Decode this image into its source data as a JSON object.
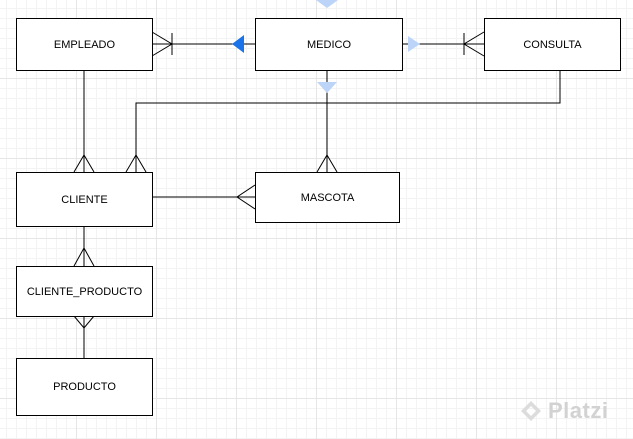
{
  "entities": {
    "empleado": "EMPLEADO",
    "medico": "MEDICO",
    "consulta": "CONSULTA",
    "cliente": "CLIENTE",
    "mascota": "MASCOTA",
    "cliente_producto": "CLIENTE_PRODUCTO",
    "producto": "PRODUCTO"
  },
  "watermark": "Platzi",
  "colors": {
    "selected_arrow": "#1a73e8",
    "hover_arrow": "#bcd4f7",
    "line": "#000000"
  }
}
